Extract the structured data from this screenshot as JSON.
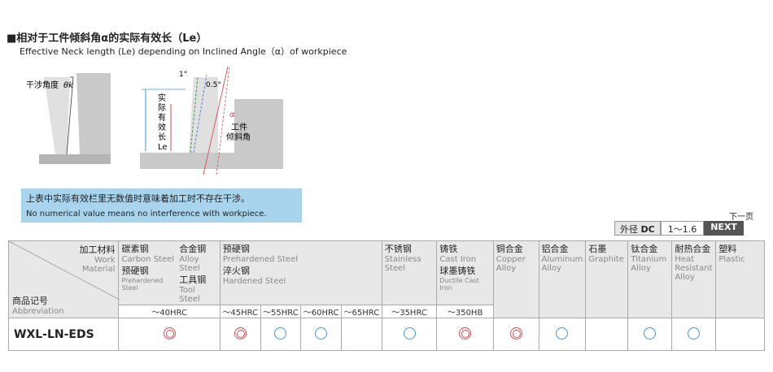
{
  "heading": {
    "cn": "■相对于工件倾斜角α的实际有效长（Le）",
    "en": "Effective Neck length (Le) depending on Inclined Angle（α）of workpiece"
  },
  "diagram": {
    "interference_label": "干涉角度",
    "theta_label": "θk",
    "angle1": "1°",
    "angle2": "0.5°",
    "effective_len": [
      "实",
      "际",
      "有",
      "效",
      "长",
      "Le"
    ],
    "alpha": "α",
    "workpiece_angle": [
      "工件",
      "倾斜角"
    ]
  },
  "note": {
    "cn": "上表中实际有效栏里无数值时意味着加工时不存在干涉。",
    "en": "No numerical value means no interference with workpiece."
  },
  "nav": {
    "next_page": "下一页",
    "dc_label": "外径",
    "dc_code": "DC",
    "range": "1〜1.6",
    "next": "NEXT"
  },
  "table": {
    "corner": {
      "material_cn": "加工材料",
      "material_en_1": "Work",
      "material_en_2": "Material",
      "product_cn": "商品记号",
      "product_en": "Abbreviation"
    },
    "groups": {
      "carbon": {
        "a_cn": "碳素钢",
        "a_en": "Carbon Steel",
        "b_cn": "合金钢",
        "b_en": "Alloy Steel",
        "c_cn": "预硬钢",
        "c_en": "Prehardened Steel",
        "d_cn": "工具钢",
        "d_en": "Tool Steel",
        "hardness": "〜40HRC"
      },
      "prehard": {
        "a_cn": "预硬钢",
        "a_en": "Prehardened Steel",
        "b_cn": "淬火钢",
        "b_en": "Hardened Steel",
        "hardness": [
          "〜45HRC",
          "〜55HRC",
          "〜60HRC",
          "〜65HRC"
        ]
      },
      "stainless": {
        "cn": "不锈钢",
        "en": "Stainless Steel",
        "hardness": "〜35HRC"
      },
      "castiron": {
        "a_cn": "铸铁",
        "a_en": "Cast Iron",
        "b_cn": "球墨铸铁",
        "b_en": "Ductile Cast Iron",
        "hardness": "〜350HB"
      },
      "copper": {
        "cn": "铜合金",
        "en1": "Copper",
        "en2": "Alloy"
      },
      "aluminum": {
        "cn": "铝合金",
        "en1": "Aluminum",
        "en2": "Alloy"
      },
      "graphite": {
        "cn": "石墨",
        "en": "Graphite"
      },
      "titanium": {
        "cn": "钛合金",
        "en1": "Titanium",
        "en2": "Alloy"
      },
      "heatres": {
        "cn": "耐热合金",
        "en1": "Heat",
        "en2": "Resistant",
        "en3": "Alloy"
      },
      "plastic": {
        "cn": "塑料",
        "en": "Plastic"
      }
    },
    "product": {
      "name": "WXL-LN-EDS",
      "marks": [
        "double",
        "double",
        "single",
        "single",
        "",
        "single",
        "double",
        "double",
        "single",
        "",
        "single",
        "single",
        ""
      ]
    },
    "colors": {
      "single": "#3a9ad9",
      "double": "#e0454c",
      "note_bg": "#a9d4ee"
    }
  }
}
